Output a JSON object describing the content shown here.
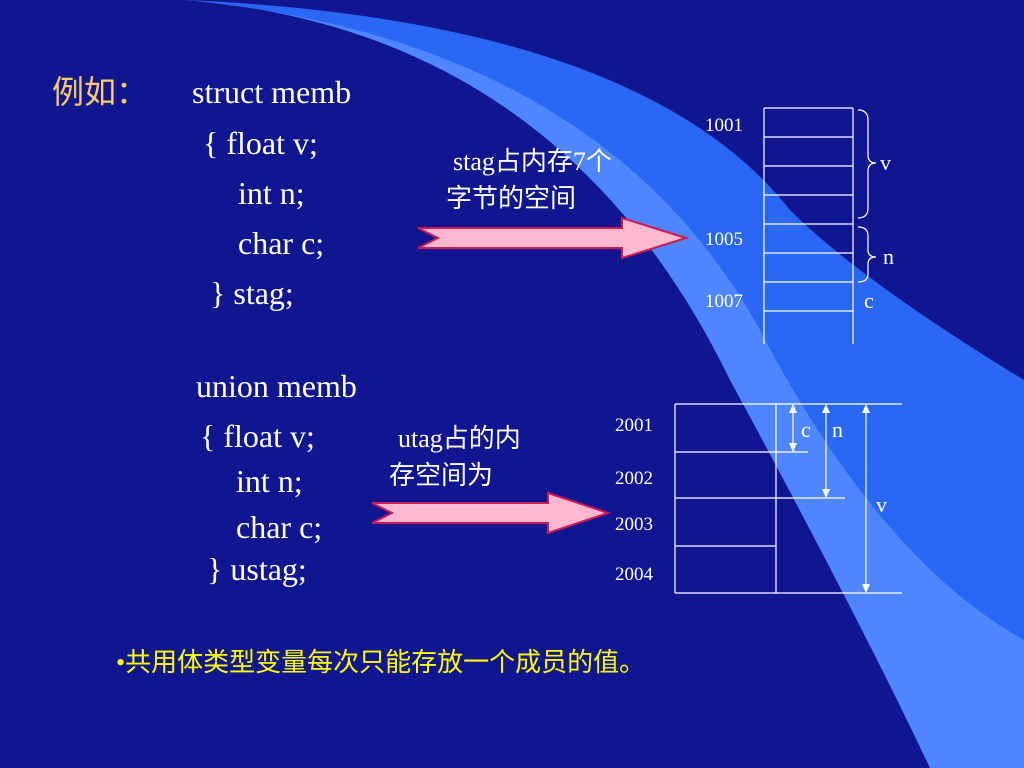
{
  "colors": {
    "background": "#0f1690",
    "swoosh": "#2a67f5",
    "swoosh_light": "#4e86ff",
    "highlight": "#ffcc66",
    "bullet_text": "#ffff00",
    "arrow_fill": "#ffb8d0",
    "arrow_stroke": "#cc1a55"
  },
  "example_label": "例如：",
  "struct": {
    "line1": "struct memb",
    "line2": "{ float v;",
    "line3": "int n;",
    "line4": "char c;",
    "line5": "} stag;"
  },
  "struct_note": {
    "line1": "stag占内存7个",
    "line2": "字节的空间"
  },
  "struct_diagram": {
    "addr_1": "1001",
    "addr_2": "1005",
    "addr_3": "1007",
    "label_v": "v",
    "label_n": "n",
    "label_c": "c"
  },
  "union": {
    "line1": "union memb",
    "line2": "{ float v;",
    "line3": "int n;",
    "line4": "char c;",
    "line5": "} ustag;"
  },
  "union_note": {
    "line1": "utag占的内",
    "line2": "存空间为"
  },
  "union_diagram": {
    "addr_1": "2001",
    "addr_2": "2002",
    "addr_3": "2003",
    "addr_4": "2004",
    "label_c": "c",
    "label_n": "n",
    "label_v": "v"
  },
  "bullet": {
    "symbol": "•",
    "text": "共用体类型变量每次只能存放一个成员的值。"
  }
}
